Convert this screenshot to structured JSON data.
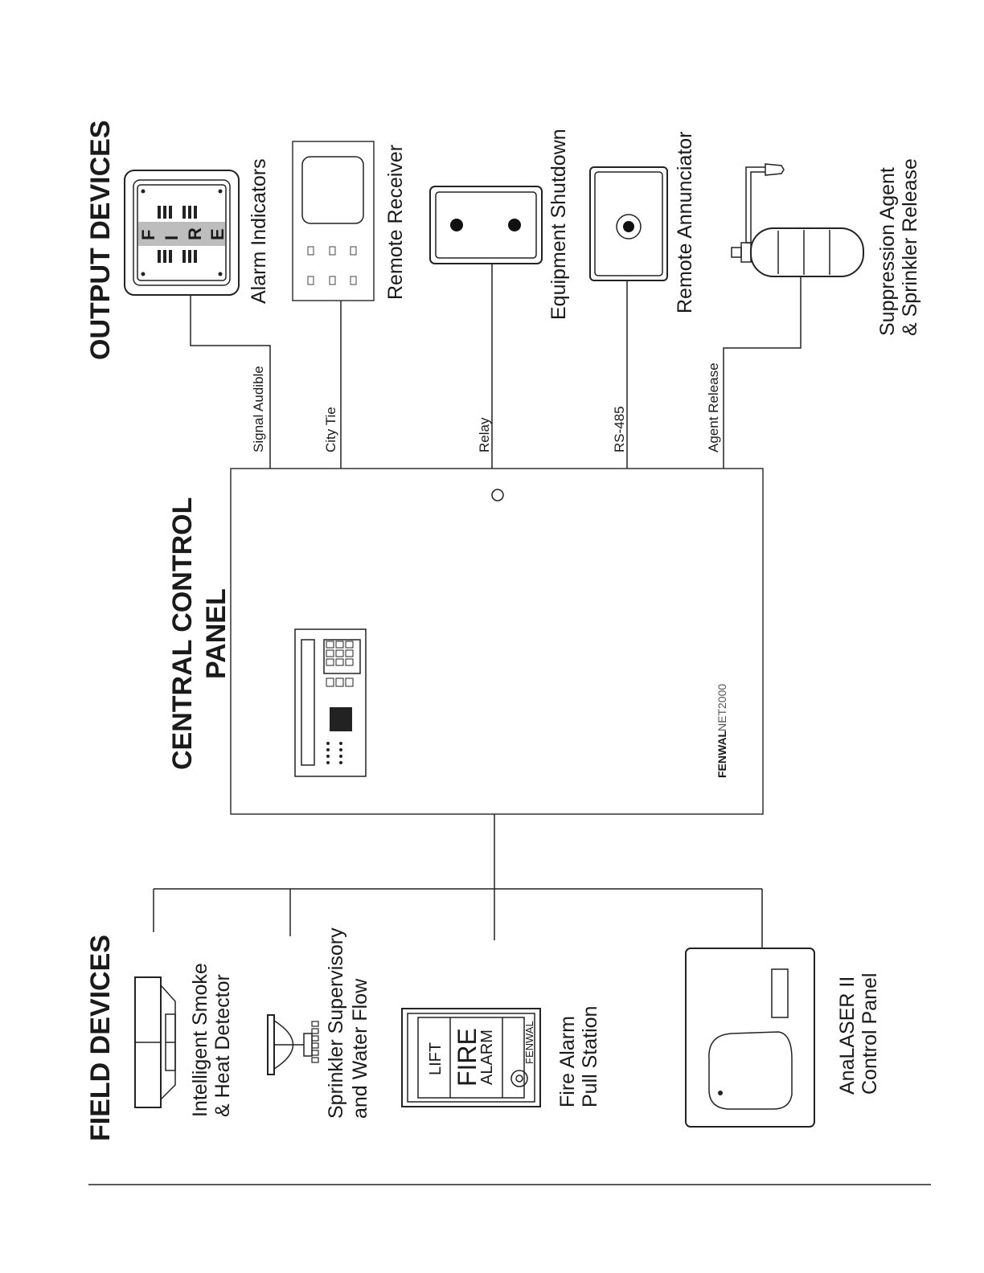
{
  "headings": {
    "output": "OUTPUT DEVICES",
    "central": [
      "CENTRAL CONTROL",
      "PANEL"
    ],
    "field": "FIELD DEVICES"
  },
  "output_devices": [
    {
      "label": [
        "Alarm Indicators"
      ],
      "signal": "Signal Audible"
    },
    {
      "label": [
        "Remote Receiver"
      ],
      "signal": "City Tie"
    },
    {
      "label": [
        "Equipment Shutdown"
      ],
      "signal": "Relay"
    },
    {
      "label": [
        "Remote Annunciator"
      ],
      "signal": "RS-485"
    },
    {
      "label": [
        "Suppression Agent",
        "& Sprinkler Release"
      ],
      "signal": "Agent Release"
    }
  ],
  "field_devices": [
    {
      "label": [
        "Intelligent Smoke",
        "& Heat Detector"
      ]
    },
    {
      "label": [
        "Sprinkler Supervisory",
        "and Water Flow"
      ]
    },
    {
      "label": [
        "Fire Alarm",
        "Pull Station"
      ]
    },
    {
      "label": [
        "AnaLASER II",
        "Control Panel"
      ]
    }
  ],
  "device_text": {
    "fire_sign": [
      "F",
      "I",
      "R",
      "E"
    ],
    "pull_lift": "LIFT",
    "pull_fire": "FIRE",
    "pull_alarm": "ALARM",
    "pull_brand": "FENWAL"
  },
  "panel_brand": {
    "bold": "FENWAL",
    "light": "NET2000"
  }
}
